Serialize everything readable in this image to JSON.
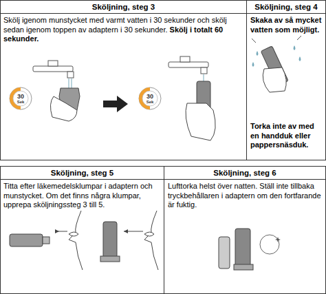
{
  "diagram": {
    "nodes": [
      {
        "text": [
          "Sköljning, steg 3",
          "Skölj igenom munstycket med varmt vatten i 30 sekunder och skölj sedan igenom toppen av adaptern i 30 sekunder.",
          "Skölj i totalt 60 sekunder."
        ]
      },
      {
        "text": [
          "Sköljning, steg 4",
          "Skaka av så mycket vatten som möjligt.",
          "Torka inte av med en handduk eller pappersnäsduk."
        ]
      },
      {
        "text": [
          "Sköljning, steg 5",
          "Titta efter läkemedelsklumpar i adaptern och munstycket. Om det finns några klumpar, upprepa sköljningssteg 3 till 5."
        ]
      },
      {
        "text": [
          "Sköljning, steg 6",
          "Lufttorka helst över natten. Ställ inte tillbaka tryckbehållaren i adaptern om den fortfarande är fuktig."
        ]
      }
    ],
    "labels": [
      "30",
      "Sek",
      "30",
      "Sek"
    ]
  }
}
